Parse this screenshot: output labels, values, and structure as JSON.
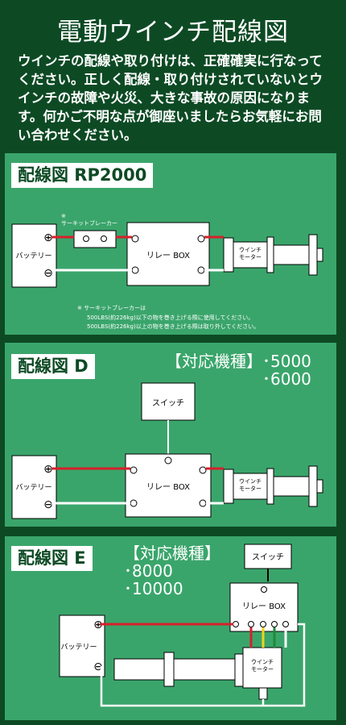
{
  "title": "電動ウインチ配線図",
  "intro": "ウインチの配線や取り付けは、正確確実に行なってください。正しく配線・取り付けされていないとウインチの故障や火災、大きな事故の原因になります。何かご不明な点が御座いましたらお気軽にお問い合わせください。",
  "panels": {
    "rp": {
      "title": "配線図 RP2000",
      "battery": "バッテリー",
      "plus": "⊕",
      "minus": "⊖",
      "breaker_label": "※\nサーキットブレーカー",
      "relay": "リレー BOX",
      "motor": "ウインチ\nモーター",
      "note_head": "※ サーキットブレーカーは",
      "note_line1": "500LBS(約226kg)以下の物を巻き上げる際に使用してください。",
      "note_line2": "500LBS(約226kg)以上の物を巻き上げる際は取り外してください。"
    },
    "d": {
      "title": "配線図 D",
      "compat": "【対応機種】･5000\n　　　　　　･6000",
      "switch": "スイッチ",
      "battery": "バッテリー",
      "relay": "リレー BOX",
      "motor": "ウインチ\nモーター"
    },
    "e": {
      "title": "配線図 E",
      "compat": "【対応機種】\n･8000\n･10000",
      "switch": "スイッチ",
      "battery": "バッテリー",
      "relay": "リレー BOX",
      "motor": "ウインチ\nモーター"
    }
  },
  "colors": {
    "background": "#0d4a24",
    "panel": "#3aa56b",
    "wire_red": "#d6202a",
    "wire_white": "#ffffff",
    "wire_yellow": "#f2d21a",
    "wire_green": "#1e8a3a"
  }
}
